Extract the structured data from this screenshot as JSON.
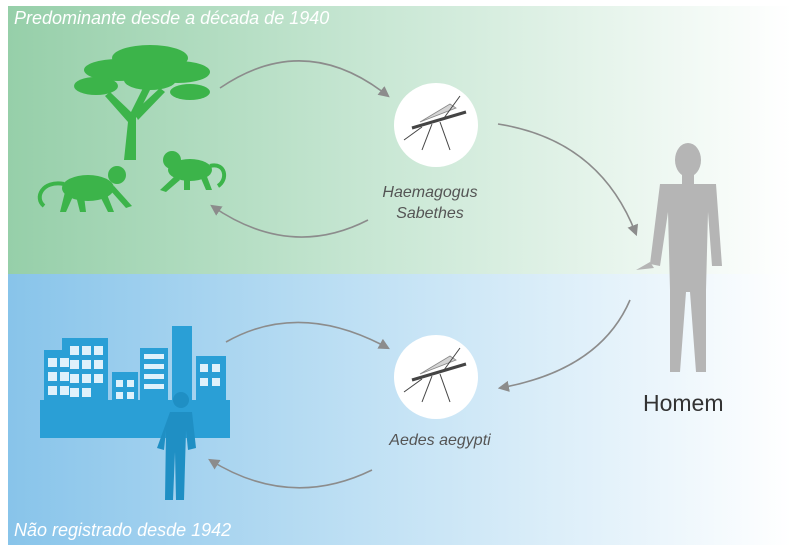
{
  "top_band": {
    "caption": "Predominante desde a década de 1940",
    "color": "#9dd3b0"
  },
  "bottom_band": {
    "caption": "Não registrado desde 1942",
    "color": "#8ec7ea"
  },
  "sylvatic_vectors": [
    "Haemagogus",
    "Sabethes"
  ],
  "urban_vector": "Aedes aegypti",
  "host_label": "Homem",
  "icons": [
    "tree-icon",
    "monkey-icon",
    "mosquito-icon",
    "human-silhouette-icon",
    "city-buildings-icon",
    "arrow-icon"
  ],
  "colors": {
    "forest_green": "#3cb44a",
    "city_blue": "#2a9fd6",
    "silhouette_gray": "#b5b5b5",
    "arrow_gray": "#8c8c8c"
  }
}
